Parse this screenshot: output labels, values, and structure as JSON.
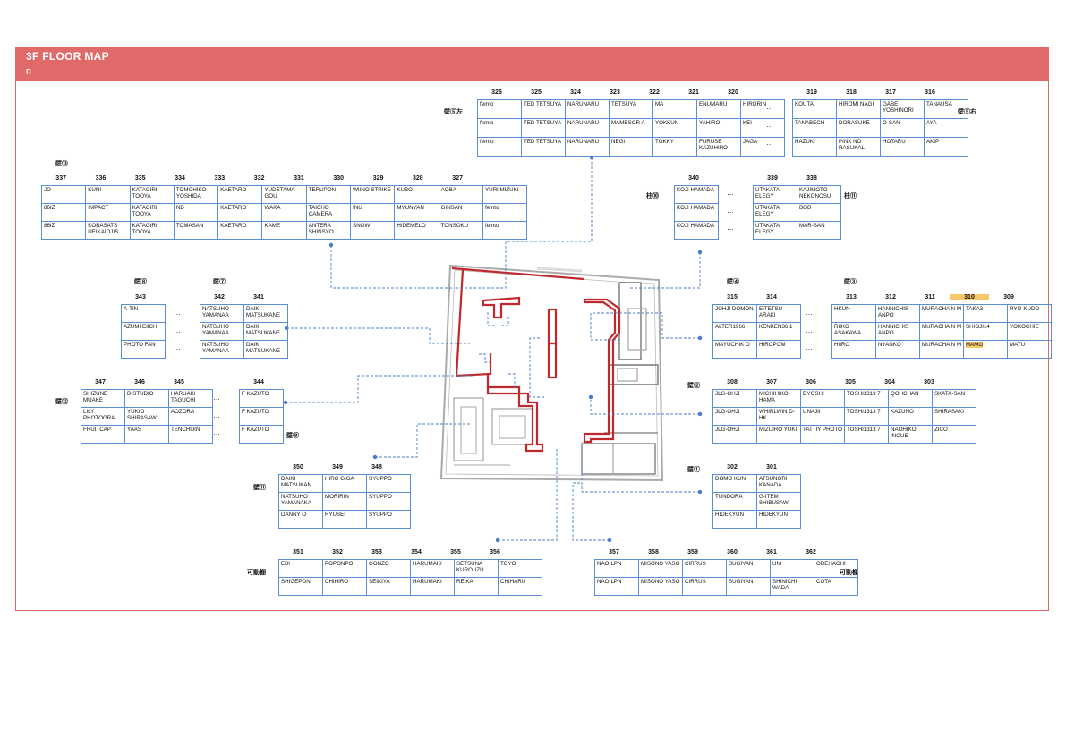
{
  "header": {
    "title": "3F   FLOOR MAP",
    "subtitle": "R"
  },
  "labels": {
    "wall5_left": "壁⑤左",
    "wall5_right": "壁⑤右",
    "wall13": "壁⑬",
    "pillar10": "柱⑩",
    "pillar11": "柱⑪",
    "wall8": "壁⑧",
    "wall7": "壁⑦",
    "wall4": "壁④",
    "wall3": "壁③",
    "wall12": "壁⑫",
    "wall2": "壁②",
    "wall9": "壁⑨",
    "wall11": "壁⑪",
    "wall1": "壁①",
    "movable_left": "可動棚",
    "movable_right": "可動棚"
  },
  "ellipsis": "…",
  "groups": [
    {
      "id": "g326",
      "headers": [
        "326",
        "325",
        "324",
        "323",
        "322",
        "321",
        "320"
      ],
      "rows": [
        [
          "femto",
          "TED TETSUYA",
          "NARUNARU",
          "TETSUYA",
          "MA",
          "ENUMARU",
          "HIRORIN"
        ],
        [
          "femto",
          "TED TETSUYA",
          "NARUNARU",
          "MAMESOR A",
          "YOKKUN",
          "YAHIRO",
          "KEI"
        ],
        [
          "femto",
          "TED TETSUYA",
          "NARUNARU",
          "NEGI",
          "TOKKY",
          "FURUSE KAZUHIRO",
          "JAGA"
        ]
      ]
    },
    {
      "id": "g319",
      "headers": [
        "319",
        "318",
        "317",
        "316"
      ],
      "rows": [
        [
          "KOUTA",
          "HIROMI NAGI",
          "GABE YOSHINORI",
          "TANAUSA"
        ],
        [
          "TANABECH",
          "DORASUKE",
          "O-SAN",
          "AYA"
        ],
        [
          "HAZUKI",
          "PINK NO RASUKAL",
          "HOTARU",
          "AKIP"
        ]
      ]
    },
    {
      "id": "g337",
      "headers": [
        "337",
        "336",
        "335",
        "334",
        "333",
        "332",
        "331",
        "330",
        "329",
        "328",
        "327"
      ],
      "rows": [
        [
          "JO",
          "KUNI",
          "KATAGIRI TOOYA",
          "TOMOHIKO YOSHIDA",
          "KAETARO",
          "YUDETAMA GOU",
          "TERUPON",
          "WIINO STRIKE",
          "KUBO",
          "AOBA",
          "YURI MIZUKI"
        ],
        [
          "86IZ",
          "IMPACT",
          "KATAGIRI TOOYA",
          "ND",
          "KAETARO",
          "WAKA",
          "TAICHO CAMERA",
          "INU",
          "MYUNYAN",
          "GINSAN",
          "femto"
        ],
        [
          "86IZ",
          "KOBASATS UEIKAIOJIS",
          "KATAGIRI TOOYA",
          "TOMASAN",
          "KAETARO",
          "KAME",
          "ANTERA SHINSYO",
          "SNOW",
          "HIDEMELO",
          "TONSOKU",
          "femto"
        ]
      ]
    },
    {
      "id": "g340",
      "headers": [
        "340"
      ],
      "rows": [
        [
          "KOJI HAMADA"
        ],
        [
          "KOJI HAMADA"
        ],
        [
          "KOJI HAMADA"
        ]
      ]
    },
    {
      "id": "g339",
      "headers": [
        "339",
        "338"
      ],
      "rows": [
        [
          "UTAKATA ELEGY",
          "KAJIMOTO NEKONOSU"
        ],
        [
          "UTAKATA ELEGY",
          "BOB"
        ],
        [
          "UTAKATA ELEGY",
          "MAR-SAN"
        ]
      ]
    },
    {
      "id": "g343",
      "headers": [
        "343"
      ],
      "rows": [
        [
          "A-TIN"
        ],
        [
          "AZUMI EIICHI"
        ],
        [
          "PHOTO FAN"
        ]
      ]
    },
    {
      "id": "g342",
      "headers": [
        "342",
        "341"
      ],
      "rows": [
        [
          "NATSUHO YAMANAA",
          "DAIKI MATSUKANE"
        ],
        [
          "NATSUHO YAMANAA",
          "DAIKI MATSUKANE"
        ],
        [
          "NATSUHO YAMANAA",
          "DAIKI MATSUKANE"
        ]
      ]
    },
    {
      "id": "g315",
      "headers": [
        "315",
        "314"
      ],
      "rows": [
        [
          "JOHJI DOMON",
          "EITETSU ARAKI"
        ],
        [
          "ALTER1966",
          "KENKEN36 1"
        ],
        [
          "MAYUCHIK O",
          "HIROPOM"
        ]
      ]
    },
    {
      "id": "g313",
      "headers": [
        "313",
        "312",
        "311",
        "310",
        "309"
      ],
      "rows": [
        [
          "HKUN",
          "HANNICHIS ANPO",
          "MURACHA N M",
          "TAKA3",
          "RYO-KUDO"
        ],
        [
          "RIIKO ASAKAWA",
          "HANNICHIS ANPO",
          "MURACHA N M",
          "SHIOJI14",
          "YOKOCHIE"
        ],
        [
          "HIIRO",
          "NYANKO",
          "MURACHA N M",
          "MAMO",
          "MATU"
        ]
      ]
    },
    {
      "id": "g347",
      "headers": [
        "347",
        "346",
        "345"
      ],
      "rows": [
        [
          "SHIZUNE MUAKE",
          "B-STUDIO",
          "HARUAKI TAGUCHI"
        ],
        [
          "LILY PHOTOGRA",
          "YUKIO SHIRASAW",
          "AOZORA"
        ],
        [
          "FRUITCAP",
          "YAAS",
          "TENCHIJIN"
        ]
      ]
    },
    {
      "id": "g344",
      "headers": [
        "344"
      ],
      "rows": [
        [
          "F KAZUTO"
        ],
        [
          "F KAZUTO"
        ],
        [
          "F KAZUTO"
        ]
      ]
    },
    {
      "id": "g308",
      "headers": [
        "308",
        "307",
        "306",
        "305",
        "304",
        "303"
      ],
      "rows": [
        [
          "JLG-OHJI",
          "MICHIHIKO HAMA",
          "DYOSHI",
          "TOSHI1313 7",
          "QOHCHAN",
          "SKATA-SAN"
        ],
        [
          "JLG-OHJI",
          "WHIRLWIN D-HK",
          "UNAJII",
          "TOSHI1313 7",
          "KAZUNO",
          "SHIRASAKI"
        ],
        [
          "JLG-OHJI",
          "MIZUIRO YUKI",
          "TATTIY PHOTO",
          "TOSHI1313 7",
          "NAOHIKO INOUE",
          "ZICO"
        ]
      ]
    },
    {
      "id": "g350",
      "headers": [
        "350",
        "349",
        "348"
      ],
      "rows": [
        [
          "DAIKI MATSUKAN",
          "HIRO GIGA",
          "SYUPPO"
        ],
        [
          "NATSUHO YAMANAKA",
          "MORIRIN",
          "SYUPPO"
        ],
        [
          "DANNY O",
          "RYUSEI",
          "SYUPPO"
        ]
      ]
    },
    {
      "id": "g302",
      "headers": [
        "302",
        "301"
      ],
      "rows": [
        [
          "DOMO KUN",
          "ATSUNORI KANADA"
        ],
        [
          "TUNDORA",
          "G-ITEM SHIBUSAW"
        ],
        [
          "HIDEKYUN",
          "HIDEKYUN"
        ]
      ]
    },
    {
      "id": "g351",
      "headers": [
        "351",
        "352",
        "353",
        "354",
        "355",
        "356"
      ],
      "rows": [
        [
          "EBI",
          "POPONPO",
          "GONZO",
          "HARUMAKI",
          "SETSUNA KUROUZU",
          "TOYO"
        ],
        [
          "SHIGEPON",
          "CHIHIRO",
          "SEIKIYA",
          "HARUMAKI",
          "REIKA",
          "CHIHARU"
        ]
      ]
    },
    {
      "id": "g357",
      "headers": [
        "357",
        "358",
        "359",
        "360",
        "361",
        "362"
      ],
      "rows": [
        [
          "NAO-LPN",
          "MISONO YASO",
          "CIRRUS",
          "SUGIYAN",
          "UNI",
          "ODEHACHI"
        ],
        [
          "NAO-LPN",
          "MISONO YASO",
          "CIRRUS",
          "SUGIYAN",
          "SHINICHI WADA",
          "COTA"
        ]
      ]
    }
  ],
  "colors": {
    "header": "#e06a6a",
    "cell_border": "#5a8ed0",
    "walls": "#c0282d",
    "leader": "#4a7cc9",
    "highlight": "#f7c86a"
  }
}
